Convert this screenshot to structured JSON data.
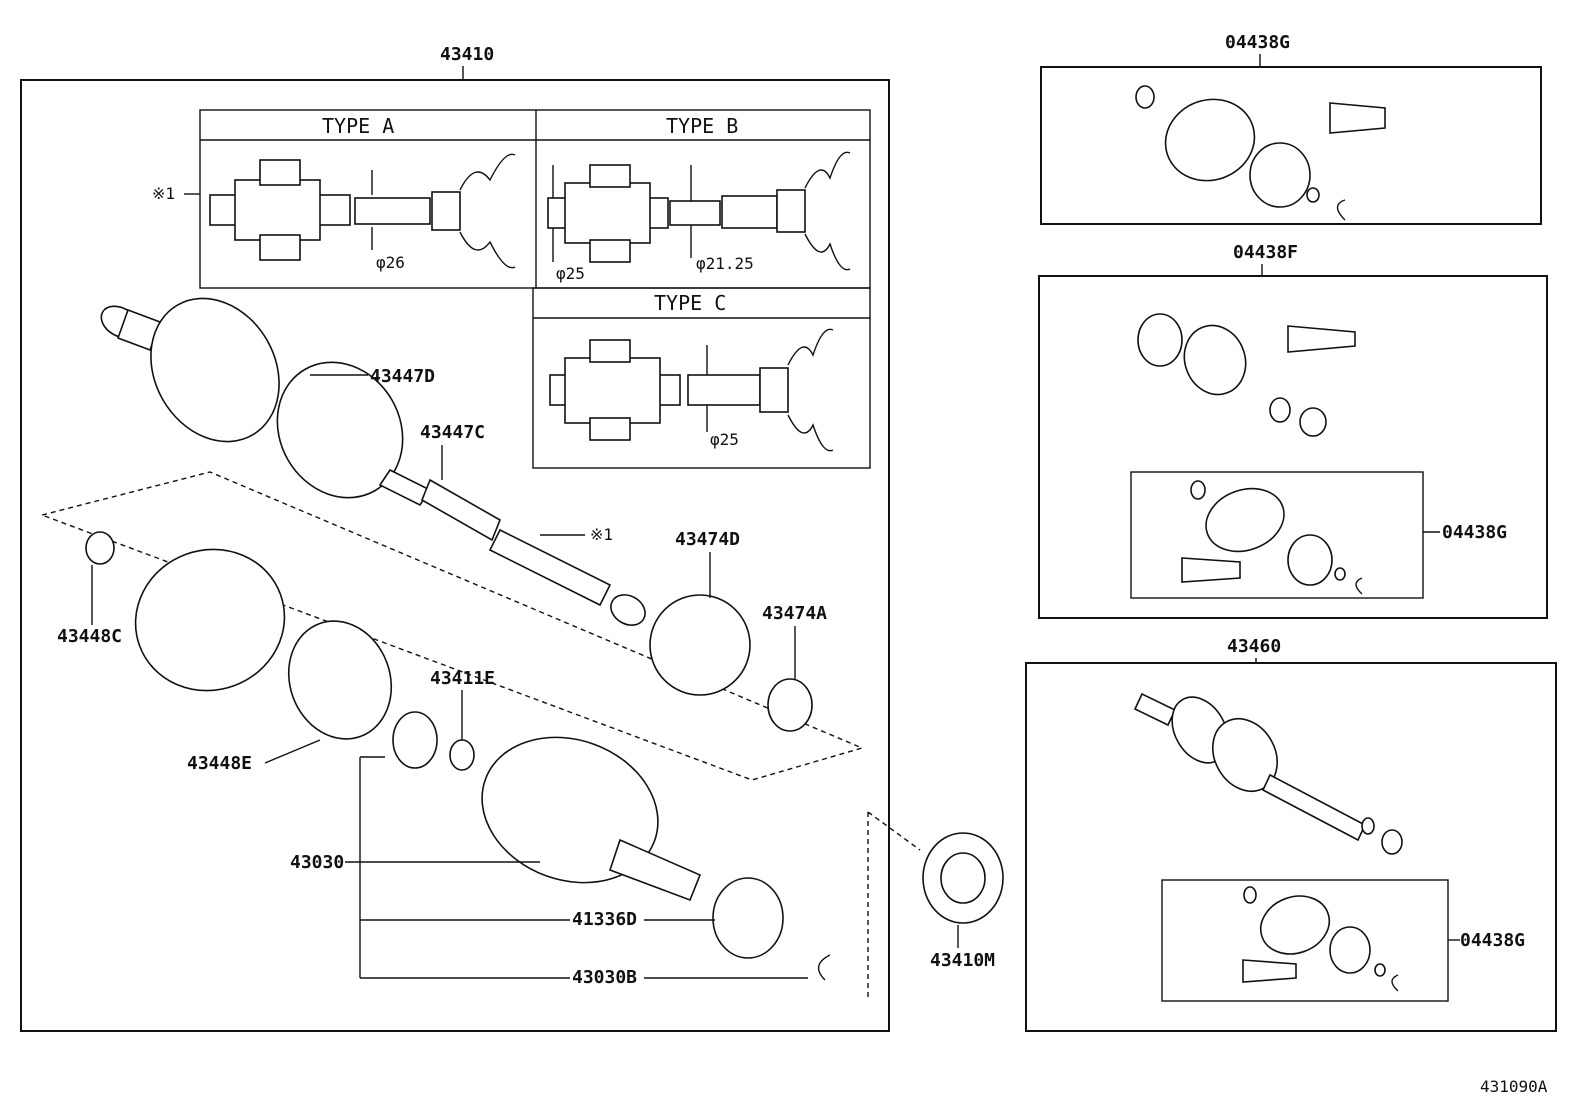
{
  "diagram_id": "431090A",
  "labels": {
    "assembly": "43410",
    "type_a": "TYPE A",
    "type_b": "TYPE B",
    "type_c": "TYPE C",
    "note_mark": "※1",
    "dia_a": "φ26",
    "dia_b_left": "φ25",
    "dia_b_right": "φ21.25",
    "dia_c": "φ25",
    "p43447D": "43447D",
    "p43447C": "43447C",
    "p43474D": "43474D",
    "p43474A": "43474A",
    "p43448C": "43448C",
    "p43448E": "43448E",
    "p43411E": "43411E",
    "p43030": "43030",
    "p41336D": "41336D",
    "p43030B": "43030B",
    "p43410M": "43410M",
    "kit_g_top": "04438G",
    "kit_f": "04438F",
    "kit_g_mid": "04438G",
    "assembly_2": "43460",
    "kit_g_bottom": "04438G"
  }
}
